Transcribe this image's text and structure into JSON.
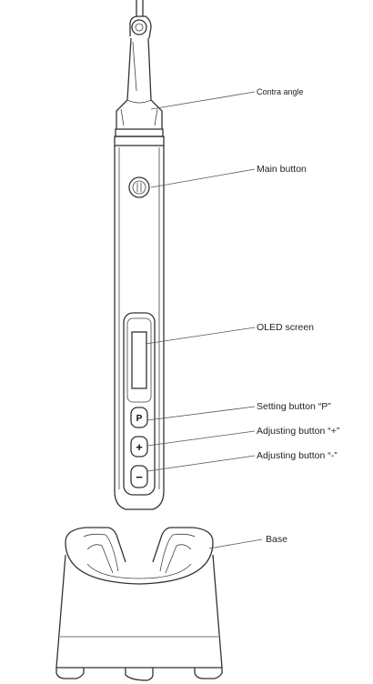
{
  "labels": {
    "contra_angle": "Contra angle",
    "main_button": "Main button",
    "oled_screen": "OLED screen",
    "setting_button": "Setting button “P”",
    "adjusting_plus": "Adjusting button “+”",
    "adjusting_minus": "Adjusting button “-”",
    "base": "Base"
  },
  "button_glyphs": {
    "setting": "P",
    "plus": "+",
    "minus": "−"
  }
}
